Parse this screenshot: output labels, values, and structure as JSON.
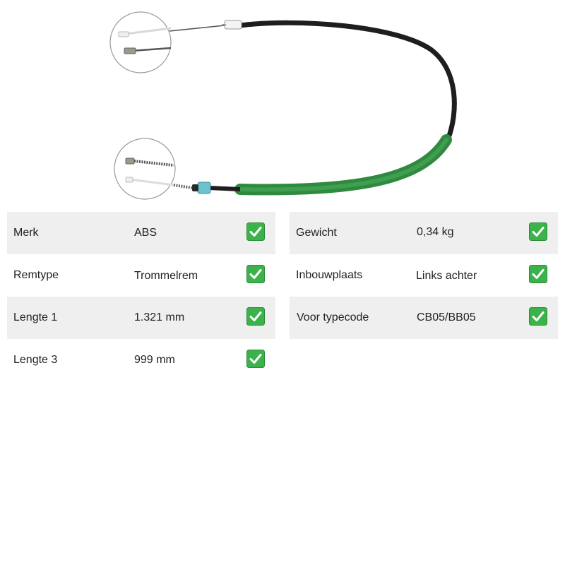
{
  "colors": {
    "row_shade": "#efefef",
    "check_green": "#3cb34a",
    "cable_black": "#222222",
    "sleeve_green": "#3a9a4a",
    "grommet_teal": "#6cc3cf"
  },
  "specs_left": [
    {
      "label": "Merk",
      "value": "ABS",
      "icon": "check-icon"
    },
    {
      "label": "Remtype",
      "value": "Trommelrem",
      "icon": "check-icon"
    },
    {
      "label": "Lengte 1",
      "value": "1.321 mm",
      "icon": "check-icon"
    },
    {
      "label": "Lengte 3",
      "value": "999 mm",
      "icon": "check-icon"
    }
  ],
  "specs_right": [
    {
      "label": "Gewicht",
      "value": "0,34 kg",
      "icon": "check-icon"
    },
    {
      "label": "Inbouwplaats",
      "value": "Links achter",
      "icon": "check-icon"
    },
    {
      "label": "Voor typecode",
      "value": "CB05/BB05",
      "icon": "check-icon"
    }
  ]
}
